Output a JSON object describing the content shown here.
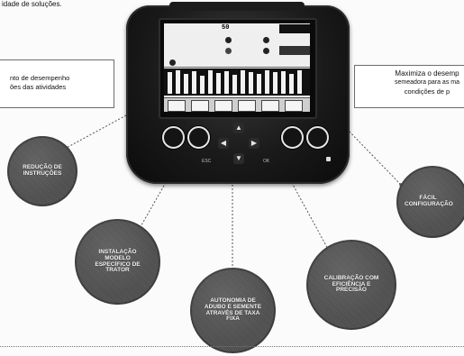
{
  "header": {
    "top_fragment": "idade de soluções."
  },
  "callouts": {
    "left": {
      "line1": "nto de desempenho",
      "line2": "ões das atividades"
    },
    "right": {
      "line1": "Maximiza o desemp",
      "line2": "semeadora para as ma",
      "line3": "condições de p"
    }
  },
  "device": {
    "screen_readout": "50",
    "labels": {
      "left_key": "ESC",
      "right_key": "OK"
    }
  },
  "circles": [
    {
      "label": "REDUÇÃO DE INSTRUÇÕES"
    },
    {
      "label": "INSTALAÇÃO MODELO ESPECÍFICO DE TRATOR"
    },
    {
      "label": "AUTONOMIA DE ADUBO E SEMENTE ATRAVÉS DE TAXA FIXA"
    },
    {
      "label": "CALIBRAÇÃO COM EFICIÊNCIA E PRECISÃO"
    },
    {
      "label": "FÁCIL CONFIGURAÇÃO"
    }
  ],
  "colors": {
    "circle_fill": "#525252",
    "device_body": "#1a1a1a",
    "screen_bg": "#e8e8e8"
  },
  "icons": {
    "dpad_up": "arrow-up-icon",
    "dpad_down": "arrow-down-icon",
    "dpad_left": "arrow-left-icon",
    "dpad_right": "arrow-right-icon"
  }
}
